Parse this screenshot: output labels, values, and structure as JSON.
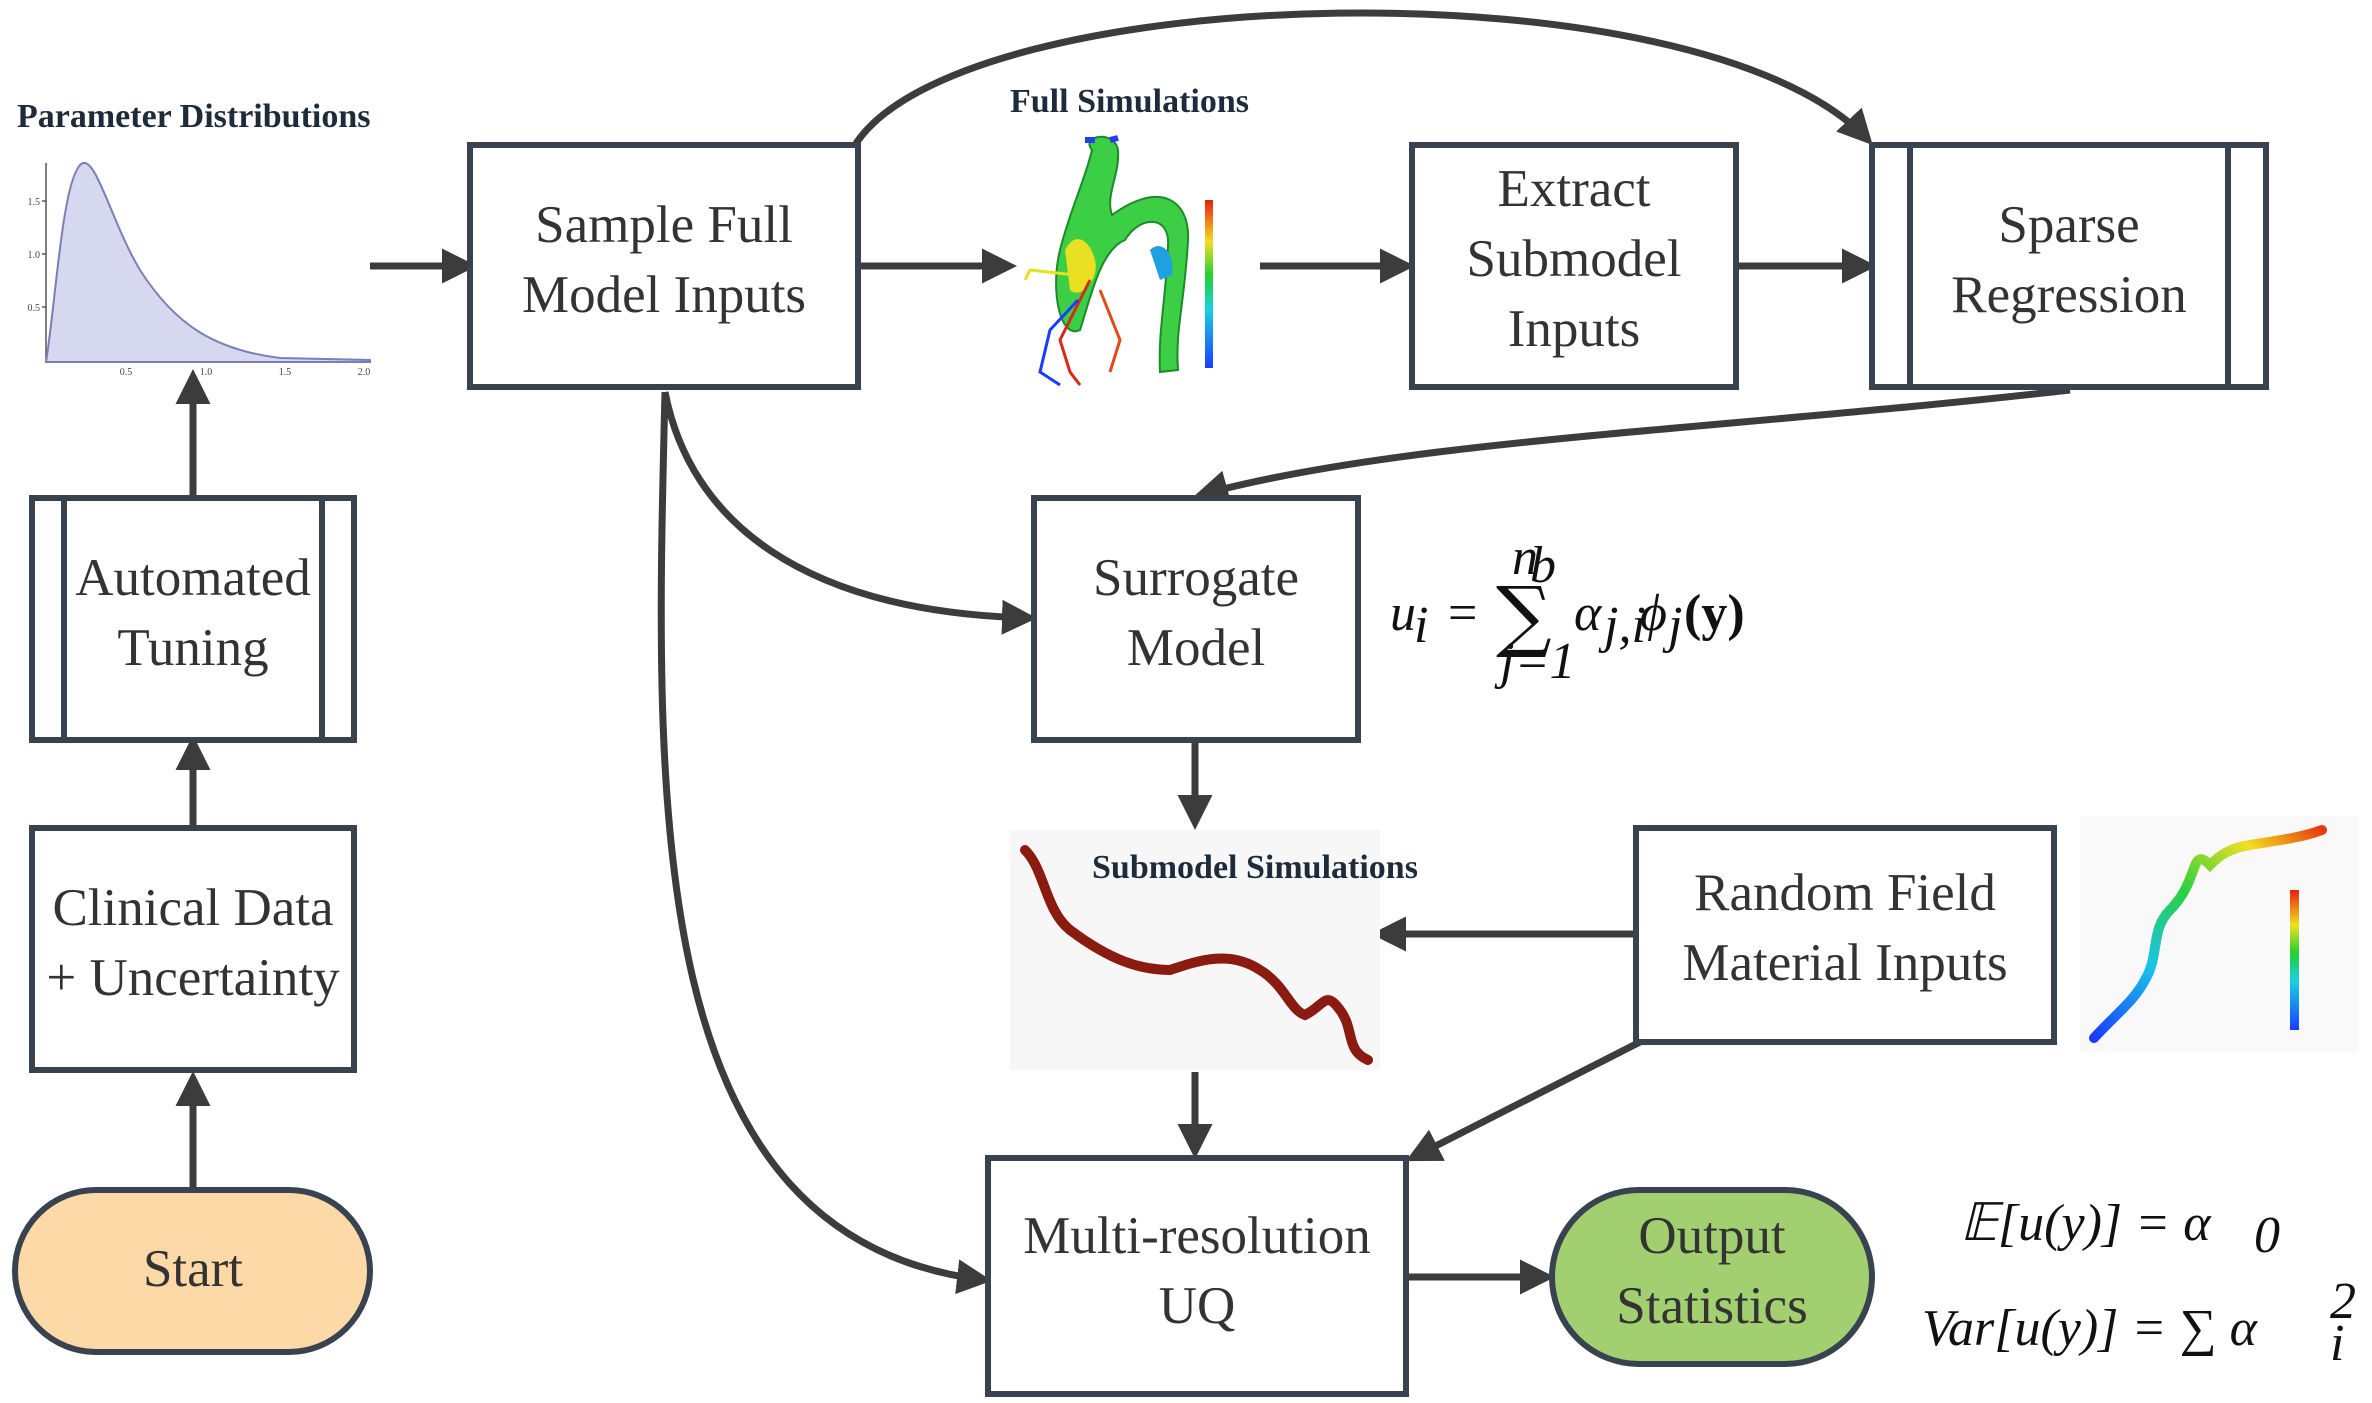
{
  "diagram": {
    "nodes": {
      "start": "Start",
      "clinical": [
        "Clinical Data",
        "+ Uncertainty"
      ],
      "tuning": [
        "Automated",
        "Tuning"
      ],
      "sample": [
        "Sample Full",
        "Model Inputs"
      ],
      "extract": [
        "Extract",
        "Submodel",
        "Inputs"
      ],
      "sparse": [
        "Sparse",
        "Regression"
      ],
      "surrogate": [
        "Surrogate",
        "Model"
      ],
      "random": [
        "Random Field",
        "Material Inputs"
      ],
      "multires": [
        "Multi-resolution",
        "UQ"
      ],
      "output": [
        "Output",
        "Statistics"
      ]
    },
    "captions": {
      "param": "Parameter Distributions",
      "fullsim": "Full Simulations",
      "subsim": "Submodel Simulations"
    },
    "equations": {
      "surrogate_lhs": "u",
      "surrogate_lhs_sub": "i",
      "surrogate_eq": "=",
      "sum_upper": "n",
      "sum_upper_sub": "b",
      "sum_lower": "j=1",
      "surrogate_term": "α",
      "surrogate_term_sub": "j,i",
      "surrogate_phi": "ϕ",
      "surrogate_phi_sub": "j",
      "surrogate_arg": "(y)",
      "expect": "𝔼[u(y)] = α",
      "expect_sub": "0",
      "var": "Var[u(y)] = ∑ α",
      "var_sup": "2",
      "var_sub": "i"
    },
    "plot": {
      "yticks": [
        "1.5",
        "1.0",
        "0.5"
      ],
      "xticks": [
        "0.5",
        "1.0",
        "1.5",
        "2.0"
      ]
    },
    "colors": {
      "start_fill": "#fdd9a8",
      "output_fill": "#a2d070",
      "box_stroke": "#38434f",
      "curve_fill": "#d6d8ef"
    }
  }
}
